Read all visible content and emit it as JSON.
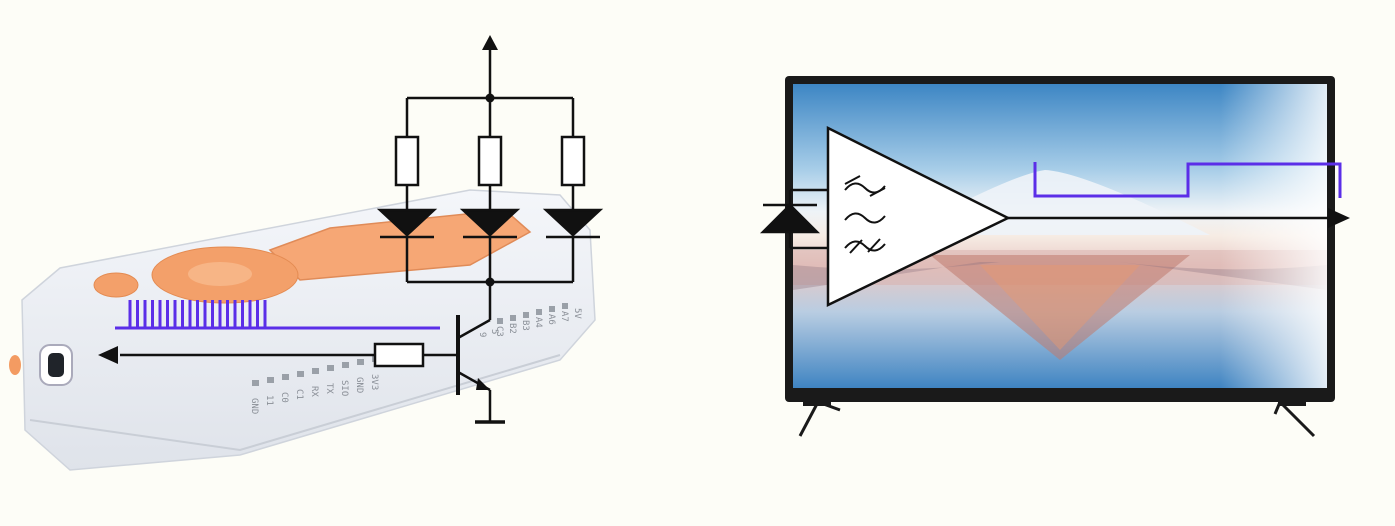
{
  "colors": {
    "background": "#fdfdf7",
    "signal": "#5b2ee8",
    "wire": "#111111",
    "device_body": "#e9ecf2",
    "device_accent": "#f4a070",
    "tv_frame": "#1a1a1a"
  },
  "device": {
    "pin_labels_bottom": [
      "GND",
      "11",
      "C0",
      "C1",
      "RX",
      "TX",
      "SIO",
      "GND",
      "3V3"
    ],
    "pin_labels_top": [
      "9",
      "5",
      "C3",
      "B2",
      "B3",
      "A4",
      "A6",
      "A7",
      "5V"
    ],
    "icons": [
      "infrared-transistor-circuit",
      "pulse-train-signal",
      "usb-port"
    ]
  },
  "tv": {
    "icons": [
      "photodiode-icon",
      "amplifier-filter-icon",
      "square-wave-signal",
      "output-arrow-icon"
    ]
  }
}
